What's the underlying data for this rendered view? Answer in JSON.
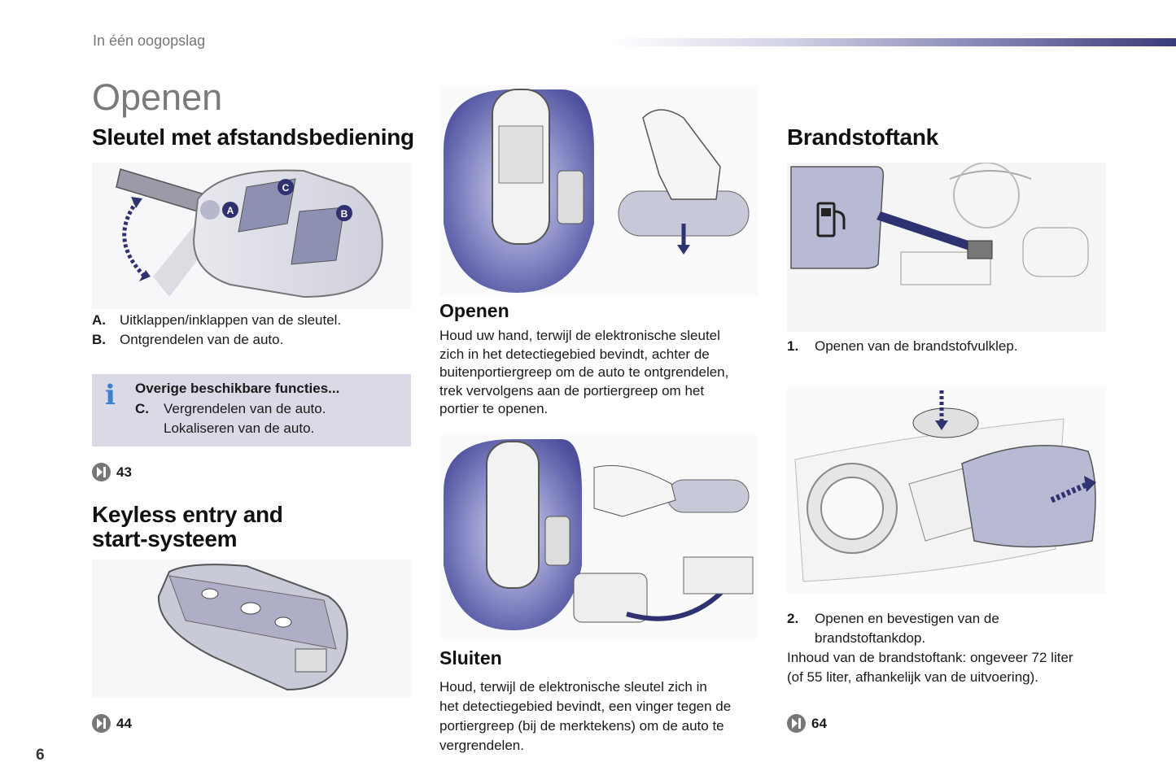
{
  "header": {
    "breadcrumb": "In één oogopslag"
  },
  "page_title": "Openen",
  "left": {
    "remote_title": "Sleutel met afstandsbediening",
    "remote_labels": {
      "a": "A",
      "b": "B",
      "c": "C"
    },
    "remote_list": [
      {
        "key": "A.",
        "text": "Uitklappen/inklappen van de sleutel."
      },
      {
        "key": "B.",
        "text": "Ontgrendelen van de auto."
      }
    ],
    "info": {
      "title": "Overige beschikbare functies...",
      "key": "C.",
      "line1": "Vergrendelen van de auto.",
      "line2": "Lokaliseren van de auto."
    },
    "ref1": "43",
    "keyless_title_1": "Keyless entry and",
    "keyless_title_2": "start-systeem",
    "ref2": "44"
  },
  "middle": {
    "open_title": "Openen",
    "open_text": [
      "Houd uw hand, terwijl de elektronische sleutel",
      "zich in het detectiegebied bevindt, achter de",
      "buitenportiergreep om de auto te ontgrendelen,",
      "trek vervolgens aan de portiergreep om het",
      "portier te openen."
    ],
    "close_title": "Sluiten",
    "close_text": [
      "Houd, terwijl de elektronische sleutel zich in",
      "het detectiegebied bevindt, een vinger tegen de",
      "portiergreep (bij de merktekens) om de auto te",
      "vergrendelen."
    ]
  },
  "right": {
    "fuel_title": "Brandstoftank",
    "item1": {
      "key": "1.",
      "text": "Openen van de brandstofvulklep."
    },
    "item2": {
      "key": "2.",
      "line1": "Openen en bevestigen van de",
      "line2": "brandstoftankdop."
    },
    "capacity": [
      "Inhoud van de brandstoftank: ongeveer 72 liter",
      "(of 55 liter, afhankelijk van de uitvoering)."
    ],
    "ref": "64"
  },
  "page_number": "6",
  "colors": {
    "accent_blue": "#3d7fd1",
    "zone_purple": "#6a6cb0",
    "info_bg": "#d9dae6"
  },
  "icons": [
    "info-icon",
    "page-reference-icon",
    "fuel-pump-icon"
  ]
}
